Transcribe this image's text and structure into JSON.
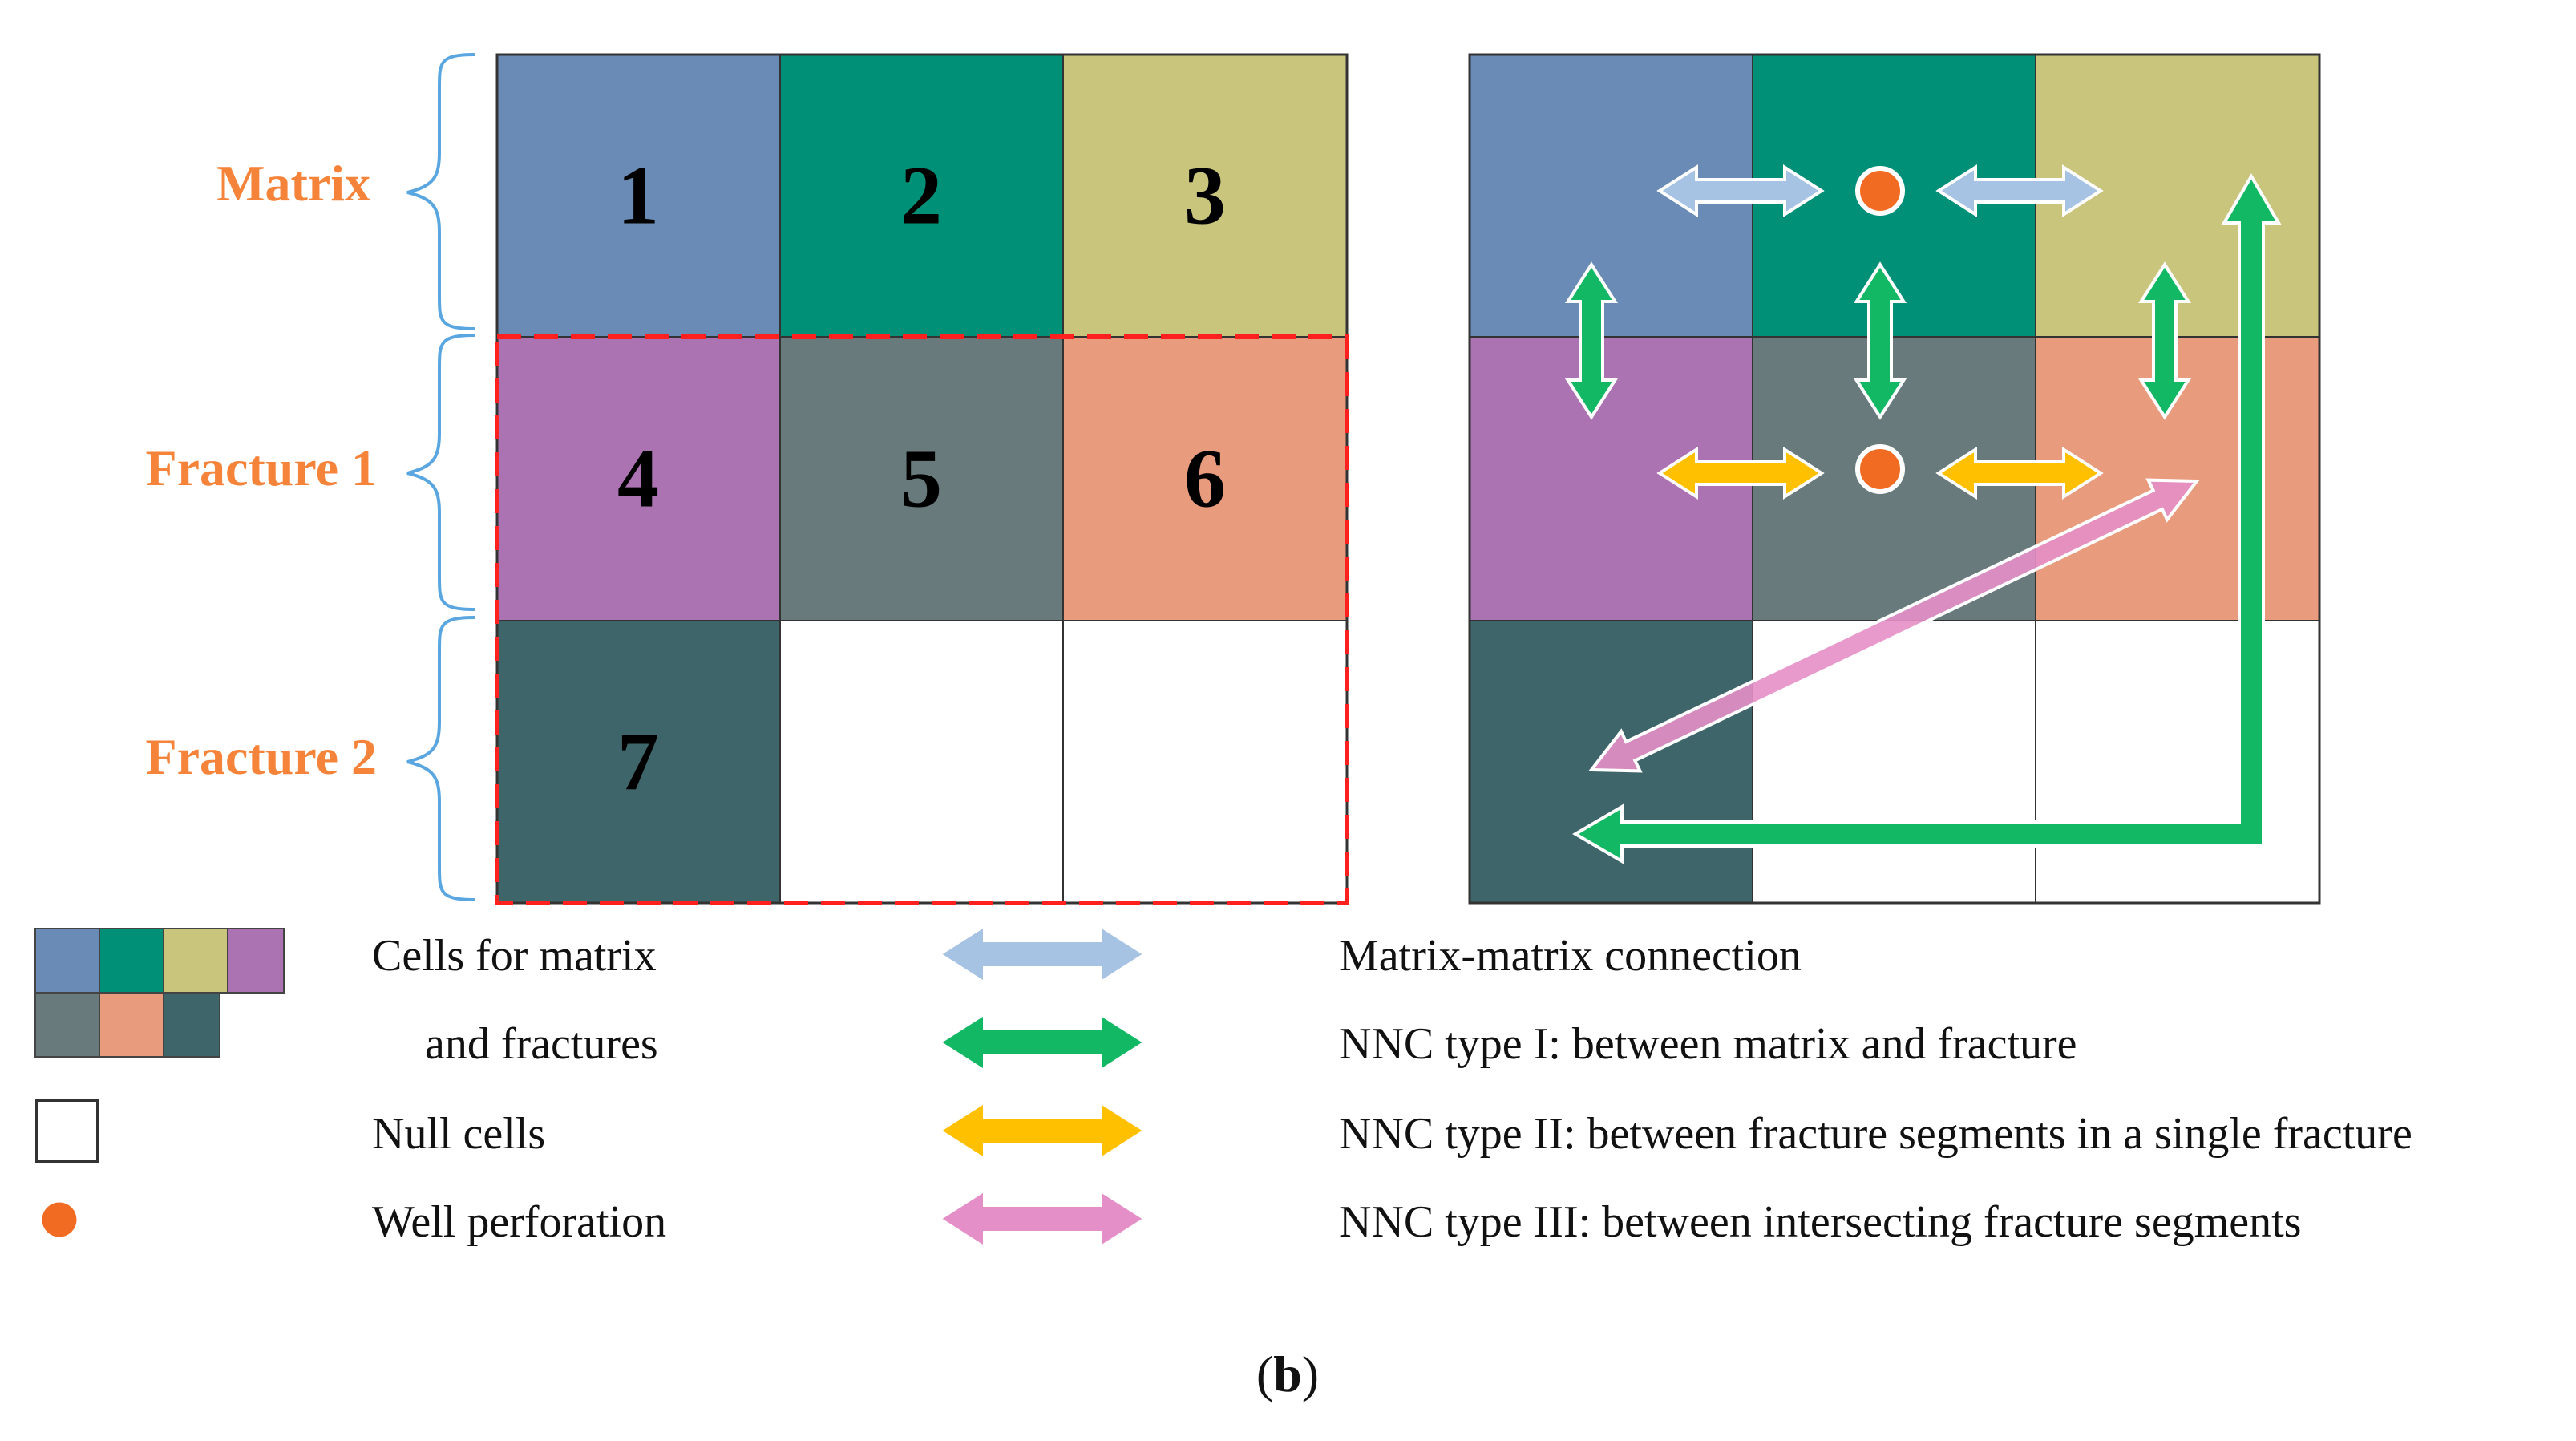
{
  "row_labels": {
    "matrix": "Matrix",
    "fracture1": "Fracture 1",
    "fracture2": "Fracture 2",
    "color": "#f5843a",
    "brace_color": "#5aa6e0"
  },
  "colors": {
    "cell1": "#6a8bb5",
    "cell2": "#008f77",
    "cell3": "#c9c57d",
    "cell4": "#ab73b2",
    "cell5": "#687a7c",
    "cell6": "#e99b7e",
    "cell7": "#3e656a",
    "null_cell": "#ffffff",
    "grid_border": "#333333",
    "dashed_border": "#ff2020",
    "arrow_matrix_matrix": "#a7c3e4",
    "arrow_nnc_1": "#13b865",
    "arrow_nnc_2": "#ffc000",
    "arrow_nnc_3": "#e58fc8",
    "well": "#f26b22"
  },
  "left_grid": {
    "cells": [
      {
        "number": "1",
        "color_key": "cell1"
      },
      {
        "number": "2",
        "color_key": "cell2"
      },
      {
        "number": "3",
        "color_key": "cell3"
      },
      {
        "number": "4",
        "color_key": "cell4"
      },
      {
        "number": "5",
        "color_key": "cell5"
      },
      {
        "number": "6",
        "color_key": "cell6"
      },
      {
        "number": "7",
        "color_key": "cell7"
      },
      {
        "number": "",
        "color_key": "null_cell"
      },
      {
        "number": "",
        "color_key": "null_cell"
      }
    ]
  },
  "legend": {
    "cells_line1": "Cells for matrix",
    "cells_line2": "and fractures",
    "null_cells": "Null cells",
    "well_perforation": "Well perforation",
    "matrix_matrix": "Matrix-matrix connection",
    "nnc_type_1": "NNC type I: between matrix and fracture",
    "nnc_type_2": "NNC type II: between fracture segments in a single fracture",
    "nnc_type_3": "NNC type III: between intersecting fracture segments"
  },
  "caption": {
    "open": "(",
    "letter": "b",
    "close": ")"
  }
}
